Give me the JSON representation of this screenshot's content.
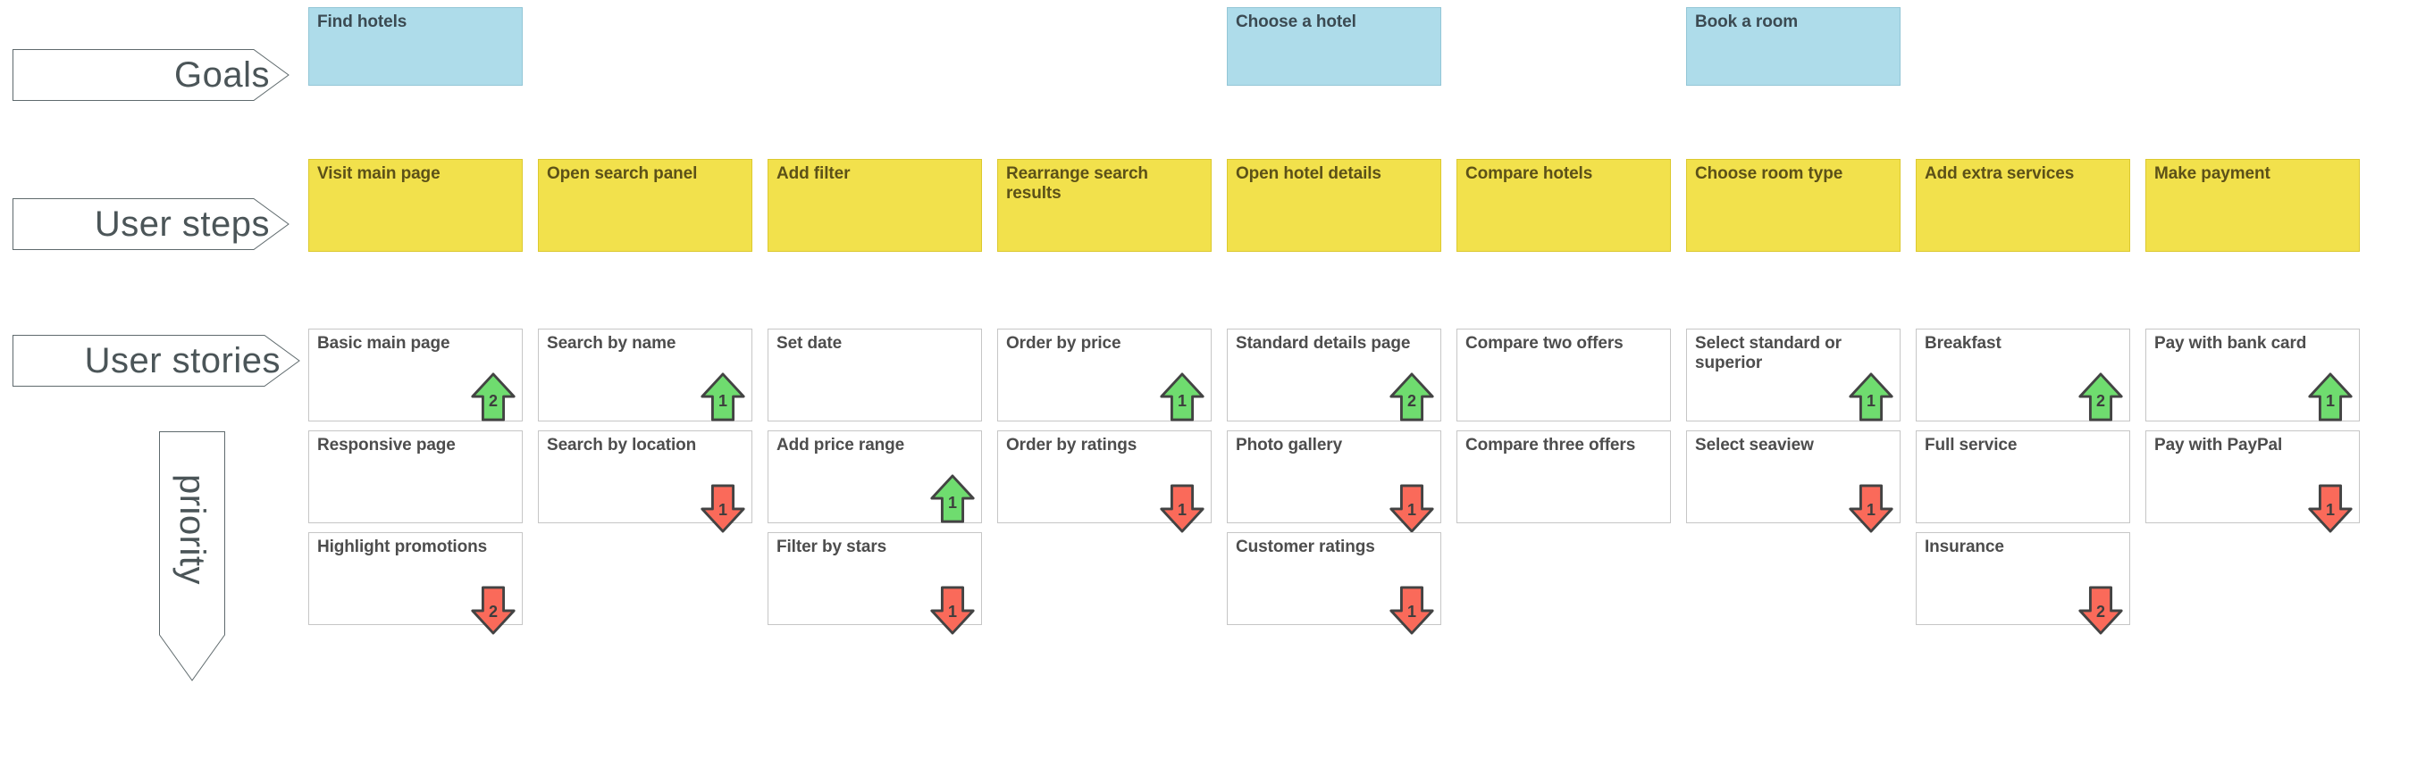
{
  "lanes": [
    {
      "id": "goals",
      "label": "Goals"
    },
    {
      "id": "user-steps",
      "label": "User steps"
    },
    {
      "id": "user-stories",
      "label": "User stories"
    }
  ],
  "priority_pennant": {
    "label": "priority",
    "direction": "down"
  },
  "colors": {
    "goal_fill": "#aedcea",
    "goal_border": "#93c6d6",
    "step_fill": "#f2e14c",
    "step_border": "#dcc92f",
    "story_fill": "#ffffff",
    "story_border": "#c6c6c6",
    "arrow_up": "#6fdc6f",
    "arrow_down": "#fa6a5a",
    "arrow_outline": "#434343",
    "lane_text": "#4b5558"
  },
  "goals": [
    {
      "label": "Find hotels",
      "column": 0
    },
    {
      "label": "Choose a hotel",
      "column": 4
    },
    {
      "label": "Book a room",
      "column": 6
    }
  ],
  "steps": [
    {
      "label": "Visit main page"
    },
    {
      "label": "Open search panel"
    },
    {
      "label": "Add filter"
    },
    {
      "label": "Rearrange search results"
    },
    {
      "label": "Open hotel details"
    },
    {
      "label": "Compare hotels"
    },
    {
      "label": "Choose room type"
    },
    {
      "label": "Add extra services"
    },
    {
      "label": "Make payment"
    }
  ],
  "stories": [
    [
      {
        "label": "Basic main page",
        "arrow": "up",
        "number": "2"
      },
      {
        "label": "Responsive page",
        "arrow": null,
        "number": ""
      },
      {
        "label": "Highlight promotions",
        "arrow": "down",
        "number": "2"
      }
    ],
    [
      {
        "label": "Search by name",
        "arrow": "up",
        "number": "1"
      },
      {
        "label": "Search by location",
        "arrow": "down",
        "number": "1"
      }
    ],
    [
      {
        "label": "Set date",
        "arrow": null,
        "number": ""
      },
      {
        "label": "Add price range",
        "arrow": "up",
        "number": "1"
      },
      {
        "label": "Filter by stars",
        "arrow": "down",
        "number": "1"
      }
    ],
    [
      {
        "label": "Order by price",
        "arrow": "up",
        "number": "1"
      },
      {
        "label": "Order by ratings",
        "arrow": "down",
        "number": "1"
      }
    ],
    [
      {
        "label": "Standard details page",
        "arrow": "up",
        "number": "2"
      },
      {
        "label": "Photo gallery",
        "arrow": "down",
        "number": "1"
      },
      {
        "label": "Customer ratings",
        "arrow": "down",
        "number": "1"
      }
    ],
    [
      {
        "label": "Compare two offers",
        "arrow": null,
        "number": ""
      },
      {
        "label": "Compare three offers",
        "arrow": null,
        "number": ""
      }
    ],
    [
      {
        "label": "Select standard or superior",
        "arrow": "up",
        "number": "1"
      },
      {
        "label": "Select seaview",
        "arrow": "down",
        "number": "1"
      }
    ],
    [
      {
        "label": "Breakfast",
        "arrow": "up",
        "number": "2"
      },
      {
        "label": "Full service",
        "arrow": null,
        "number": ""
      },
      {
        "label": "Insurance",
        "arrow": "down",
        "number": "2"
      }
    ],
    [
      {
        "label": "Pay with bank card",
        "arrow": "up",
        "number": "1"
      },
      {
        "label": "Pay with PayPal",
        "arrow": "down",
        "number": "1"
      }
    ]
  ]
}
